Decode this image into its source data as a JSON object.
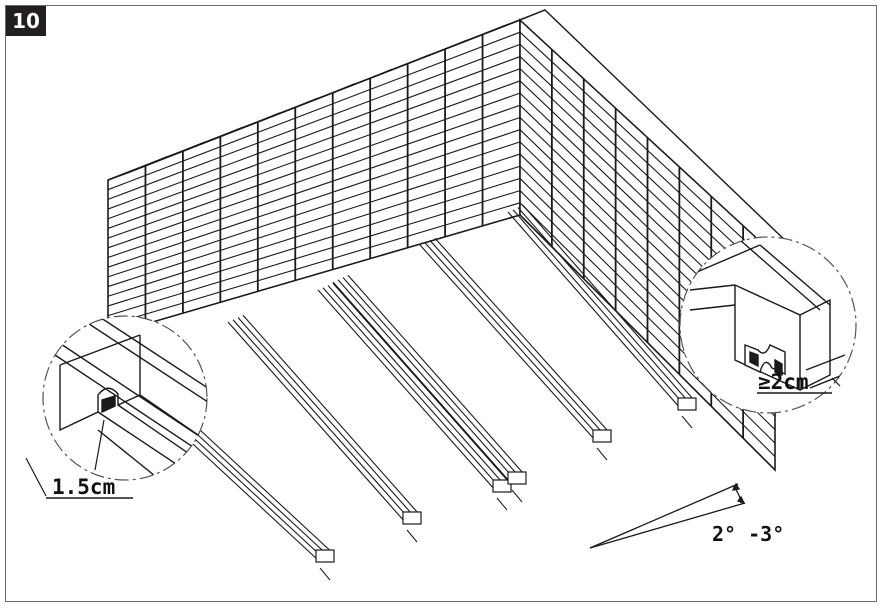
{
  "step": "10",
  "labels": {
    "gap_min": "≥2cm",
    "spacing": "1.5cm",
    "slope": "2° -3°"
  },
  "colors": {
    "line": "#1a1a1a",
    "badge": "#231f20",
    "frame": "#6a6a6a"
  }
}
